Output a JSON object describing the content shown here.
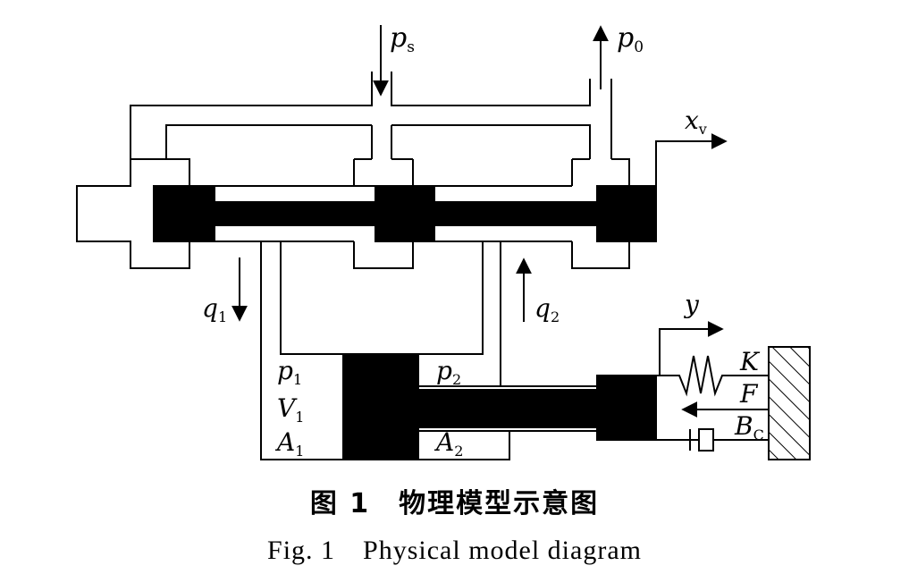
{
  "diagram": {
    "labels": {
      "ps": {
        "main": "p",
        "sub": "s"
      },
      "p0": {
        "main": "p",
        "sub": "0"
      },
      "xv": {
        "main": "x",
        "sub": "v"
      },
      "q1": {
        "main": "q",
        "sub": "1"
      },
      "q2": {
        "main": "q",
        "sub": "2"
      },
      "y": {
        "main": "y",
        "sub": ""
      },
      "p1": {
        "main": "p",
        "sub": "1"
      },
      "V1": {
        "main": "V",
        "sub": "1"
      },
      "A1": {
        "main": "A",
        "sub": "1"
      },
      "p2": {
        "main": "p",
        "sub": "2"
      },
      "A2": {
        "main": "A",
        "sub": "2"
      },
      "K": {
        "main": "K",
        "sub": ""
      },
      "F": {
        "main": "F",
        "sub": ""
      },
      "Bc": {
        "main": "B",
        "sub": "C"
      }
    }
  },
  "caption": {
    "cn": "图 1　物理模型示意图",
    "en": "Fig. 1　Physical model diagram"
  }
}
